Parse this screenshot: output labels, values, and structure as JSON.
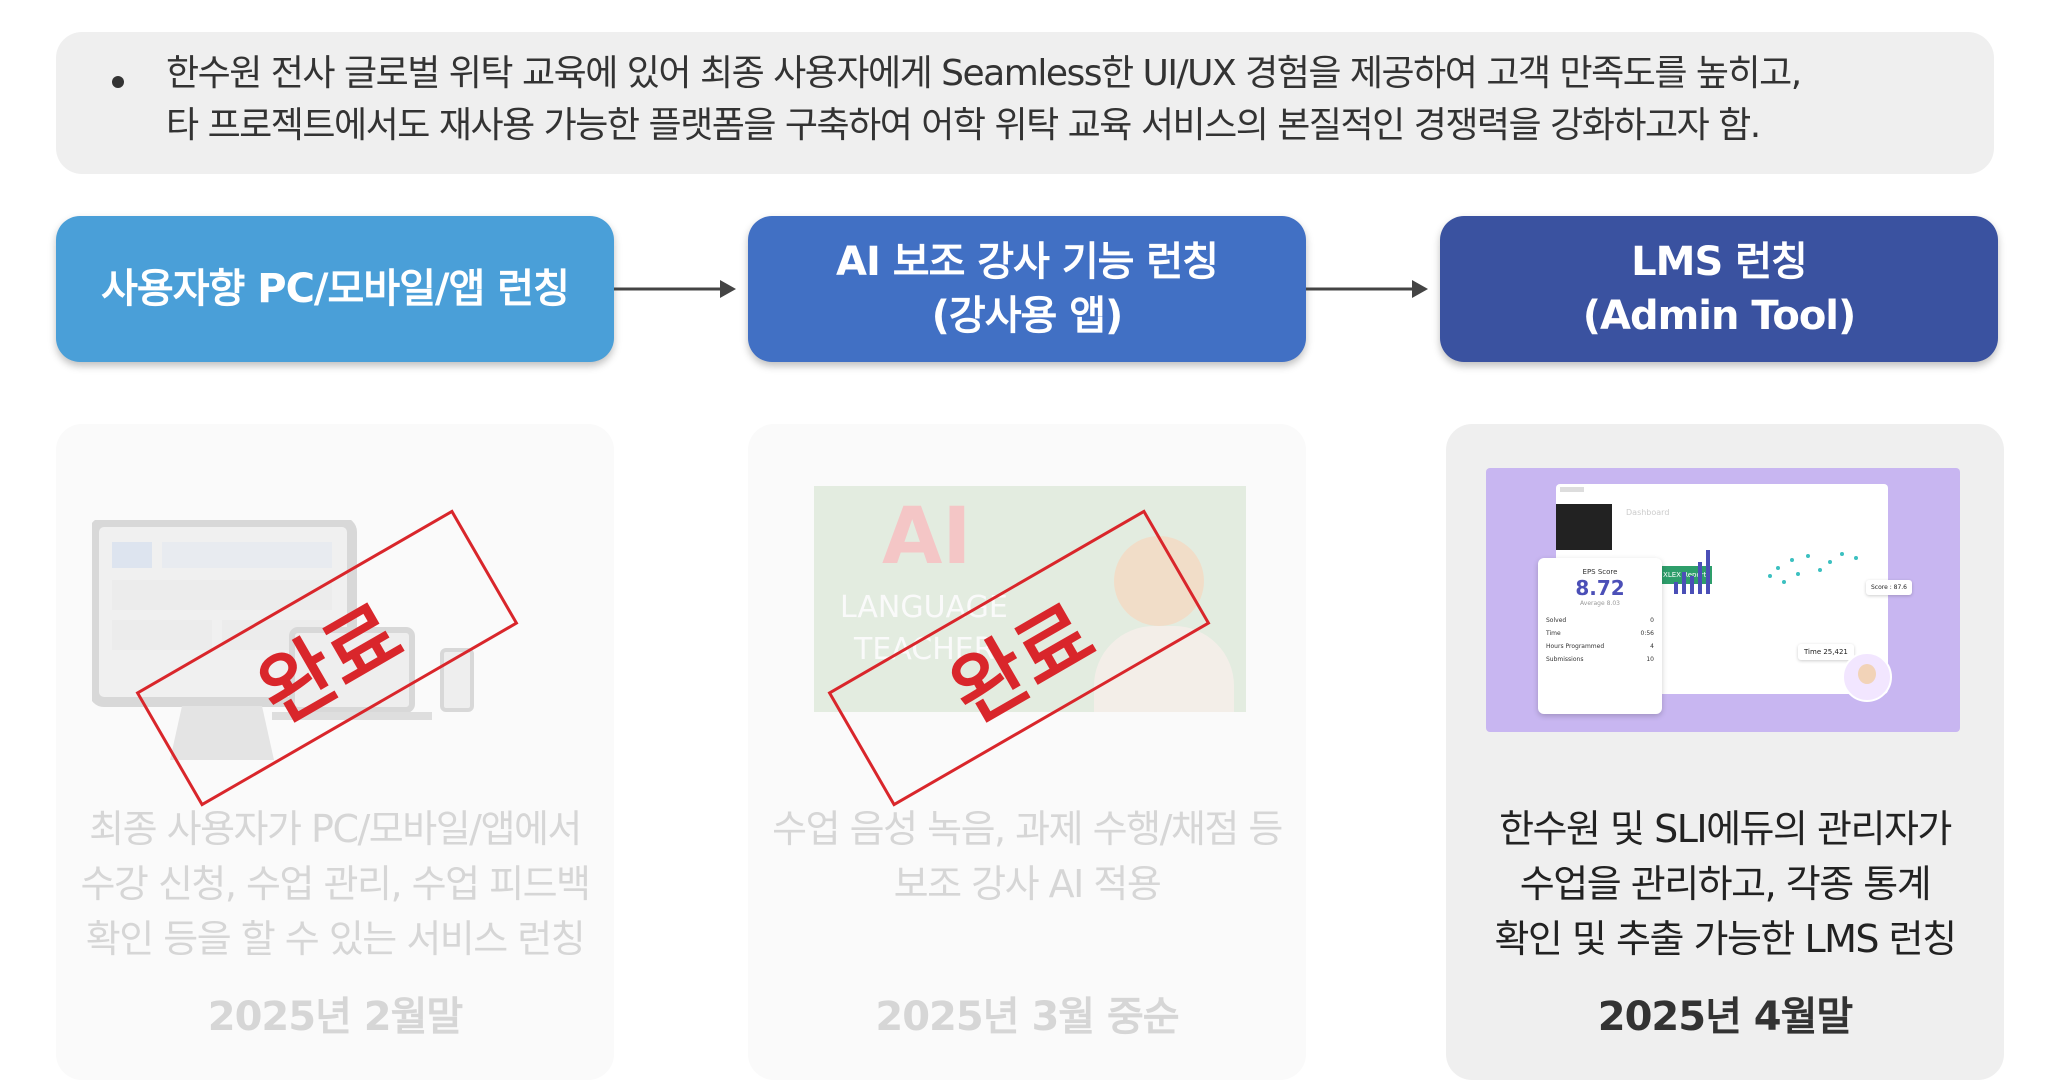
{
  "intro": {
    "line1": "한수원 전사 글로벌 위탁 교육에 있어 최종 사용자에게 Seamless한 UI/UX 경험을 제공하여 고객 만족도를 높히고,",
    "line2": "타 프로젝트에서도 재사용 가능한 플랫폼을 구축하여 어학 위탁 교육 서비스의 본질적인 경쟁력을 강화하고자 함."
  },
  "phases": [
    {
      "title": "사용자향 PC/모바일/앱 런칭",
      "color": "#4a9fd8"
    },
    {
      "title": "AI 보조 강사 기능 런칭",
      "subtitle": "(강사용 앱)",
      "color": "#4170c4"
    },
    {
      "title": "LMS 런칭",
      "subtitle": "(Admin Tool)",
      "color": "#3a52a0"
    }
  ],
  "cards": [
    {
      "desc": [
        "최종 사용자가 PC/모바일/앱에서",
        "수강 신청, 수업 관리, 수업 피드백",
        "확인 등을 할 수 있는 서비스  런칭"
      ],
      "date": "2025년 2월말",
      "stamp": "완료"
    },
    {
      "image_text": {
        "ai": "AI",
        "line1": "LANGUAGE",
        "line2": "TEACHER"
      },
      "desc": [
        "수업 음성 녹음, 과제  수행/채점 등",
        "보조 강사 AI 적용"
      ],
      "date": "2025년 3월 중순",
      "stamp": "완료"
    },
    {
      "image_text": {
        "download": "Download XLEX Report",
        "dashboard": "Dashboard",
        "eps_label": "EPS Score",
        "eps_value": "8.72",
        "average": "Average 8.03",
        "stats": [
          {
            "label": "Solved",
            "value": "0"
          },
          {
            "label": "Time",
            "value": "0:56"
          },
          {
            "label": "Hours Programmed",
            "value": "4"
          },
          {
            "label": "Submissions",
            "value": "10"
          }
        ],
        "score": "Score : 87.6",
        "time": "Time 25,421"
      },
      "desc": [
        "한수원 및 SLI에듀의 관리자가",
        "수업을 관리하고, 각종 통계",
        "확인 및 추출 가능한 LMS 런칭"
      ],
      "date": "2025년 4월말"
    }
  ]
}
